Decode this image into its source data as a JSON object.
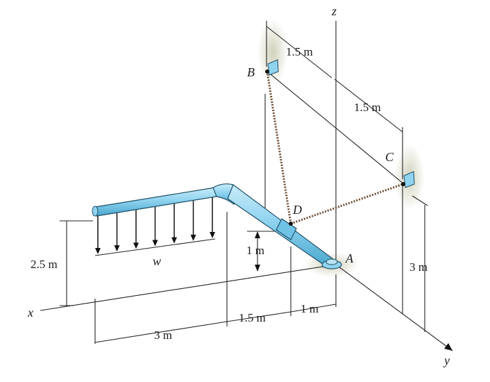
{
  "labels": {
    "axis_z": "z",
    "axis_x": "x",
    "axis_y": "y",
    "point_a": "A",
    "point_b": "B",
    "point_c": "C",
    "point_d": "D",
    "load_w": "w"
  },
  "dimensions": {
    "bc_upper": "1.5 m",
    "bc_lower": "1.5 m",
    "load_height": "2.5 m",
    "pipe_rise": "1 m",
    "c_height": "3 m",
    "base_3m": "3 m",
    "base_15m": "1.5 m",
    "base_1m": "1 m"
  },
  "colors": {
    "pipe_fill": "#8fd3ef",
    "pipe_shade": "#4aa7cf",
    "pipe_outline": "#1f4f66",
    "rope": "#6b4a2e",
    "support_glow": "#cfcfb8"
  },
  "load_arrow_count": 7
}
